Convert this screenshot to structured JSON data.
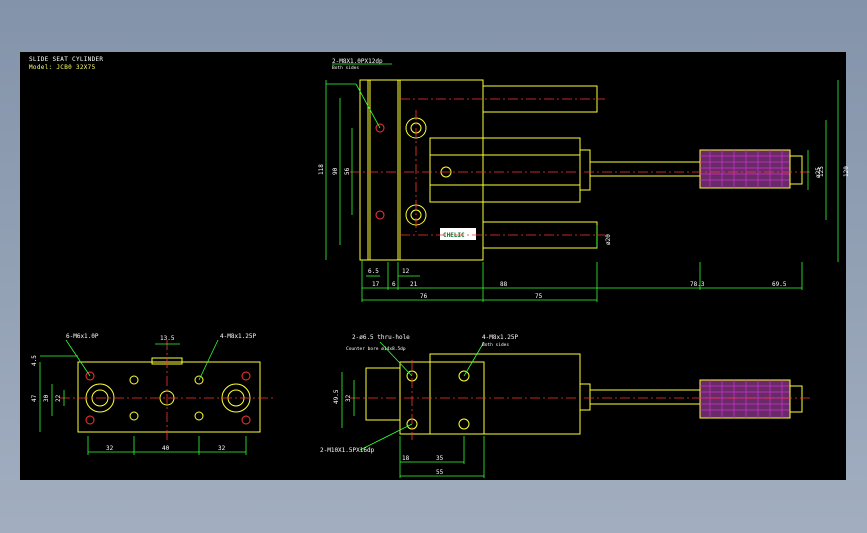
{
  "drawing": {
    "title": "SLIDE SEAT CYLINDER",
    "model": "Model: JCB0 32X75"
  },
  "top_view": {
    "callout_tap": "2-M8X1.0PX12dp",
    "callout_tap_note": "Both sides",
    "brand": "CHELIC",
    "dims": {
      "h118": "118",
      "h90": "90",
      "h56": "56",
      "h125": "125",
      "h120": "120",
      "d25": "ø25",
      "d20": "ø20",
      "w6_5": "6.5",
      "w12": "12",
      "w17": "17",
      "w6": "6",
      "w21": "21",
      "w88": "88",
      "w76": "76",
      "w75": "75",
      "w78_3": "78.3",
      "w69_5": "69.5"
    }
  },
  "end_view": {
    "callout_left": "6-M6x1.0P",
    "callout_right": "4-M8x1.25P",
    "dims": {
      "w13_5": "13.5",
      "h4_5": "4.5",
      "h47": "47",
      "h30": "30",
      "h22": "22",
      "w32a": "32",
      "w40": "40",
      "w32b": "32"
    }
  },
  "side_view": {
    "callout_cbore": "2-ø6.5 thru-hole",
    "callout_cbore2": "Counter bore ø14x8.5dp",
    "callout_tap": "4-M8x1.25P",
    "callout_tap_note": "Both sides",
    "callout_bottom": "2-M10X1.5PX16dp",
    "dims": {
      "h49_5": "49.5",
      "h32": "32",
      "w18": "18",
      "w35": "35",
      "w55": "55"
    }
  }
}
